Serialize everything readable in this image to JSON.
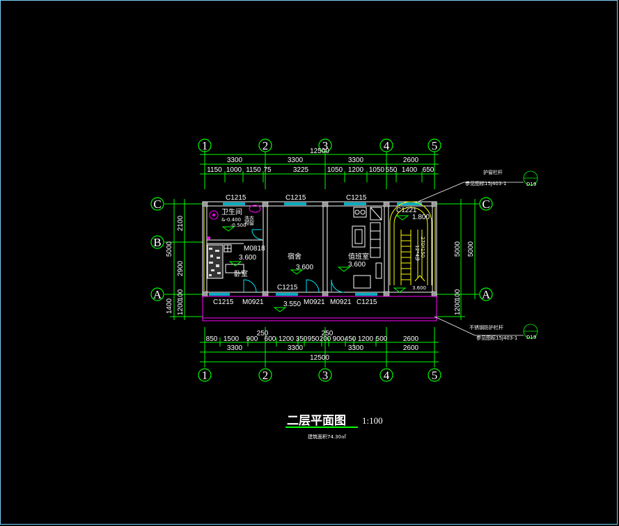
{
  "drawing": {
    "title": "二层平面图",
    "scale": "1:100",
    "area_note": "建筑面积74.30㎡",
    "colors": {
      "background": "#000000",
      "dimension": "#00ff00",
      "wall": "#ffffff",
      "window": "#00e5ff",
      "door": "#00e5ff",
      "railing": "#ff00ff",
      "stair": "#ffff00",
      "bubble": "#00ff00",
      "text": "#ffffff"
    }
  },
  "axes": {
    "numbers": [
      "1",
      "2",
      "3",
      "4",
      "5"
    ],
    "letters": [
      "C",
      "B",
      "A"
    ]
  },
  "dims_top": {
    "total": "12500",
    "spans": [
      "3300",
      "3300",
      "3300",
      "2600"
    ],
    "details": [
      "1150",
      "1000",
      "1150",
      "75",
      "3225",
      "1050",
      "1200",
      "1050",
      "550",
      "1400",
      "650"
    ]
  },
  "dims_bottom": {
    "total": "12500",
    "spans": [
      "3300",
      "3300",
      "3300",
      "2600"
    ],
    "marks": [
      "250",
      "250"
    ],
    "details": [
      "850",
      "1500",
      "900",
      "600",
      "1200",
      "350",
      "950",
      "200",
      "900",
      "450",
      "1200",
      "500",
      "2600"
    ]
  },
  "dims_left": {
    "total": "5000",
    "parts": [
      "2100",
      "2900"
    ],
    "balcony": [
      "1400",
      "1200",
      "100"
    ]
  },
  "dims_right": {
    "total": "5000",
    "outer": "5000",
    "balcony": [
      "1200",
      "100"
    ]
  },
  "rooms": {
    "bathroom": {
      "name": "卫生间",
      "level": "&-0.400",
      "level2": "-0.500",
      "note1": "洗衣",
      "note2": "预留"
    },
    "bedroom": {
      "name": "卧室",
      "level": "3.600"
    },
    "dorm": {
      "name": "宿舍",
      "level": "3.600"
    },
    "duty": {
      "name": "值班室",
      "level": "3.600"
    },
    "balcony": {
      "level": "3.550"
    },
    "stair": {
      "top_level": "1.800",
      "bottom_level": "3.600",
      "steps1": "12*4步",
      "steps2": "270*150"
    }
  },
  "windows": [
    "C1215",
    "C1215",
    "C1215",
    "C1221",
    "C1215",
    "C1215",
    "C1215"
  ],
  "doors": [
    "M0818",
    "M0921",
    "M0921",
    "M0921"
  ],
  "callouts": {
    "railing1_title": "护窗栏杆",
    "railing1_ref": "参见图标15J403-1",
    "railing1_num": "D19",
    "railing2_title": "不锈钢防护栏杆",
    "railing2_ref": "参见图标15J403-1",
    "railing2_num": "D19"
  }
}
